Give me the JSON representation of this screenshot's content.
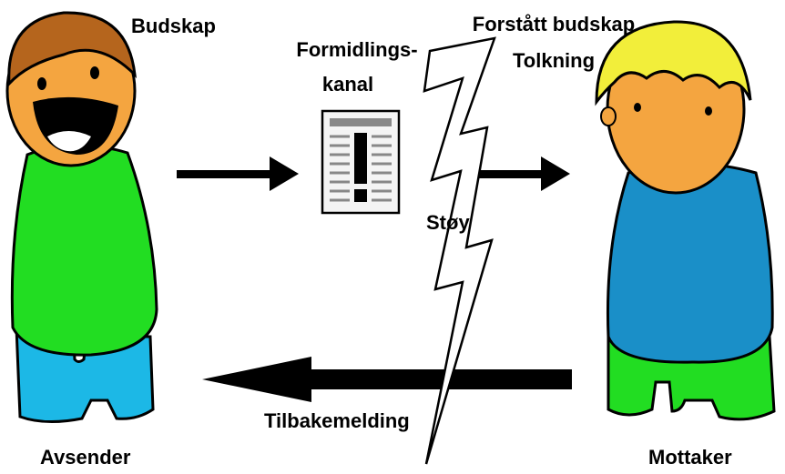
{
  "labels": {
    "message": "Budskap",
    "channel_line1": "Formidlings-",
    "channel_line2": "kanal",
    "understood_line1": "Forstått budskap",
    "understood_line2": "Tolkning",
    "noise": "Støy",
    "feedback": "Tilbakemelding",
    "sender": "Avsender",
    "receiver": "Mottaker"
  },
  "colors": {
    "sender_shirt": "#22dd22",
    "sender_pants": "#1cb8e6",
    "sender_hair": "#b5651d",
    "skin": "#f4a540",
    "receiver_shirt": "#1a8fc8",
    "receiver_pants": "#22dd22",
    "receiver_hair": "#f2ee3a",
    "arrow": "#000000"
  },
  "icons": {
    "channel": "newspaper-alert-icon",
    "noise": "lightning-bolt-icon"
  }
}
